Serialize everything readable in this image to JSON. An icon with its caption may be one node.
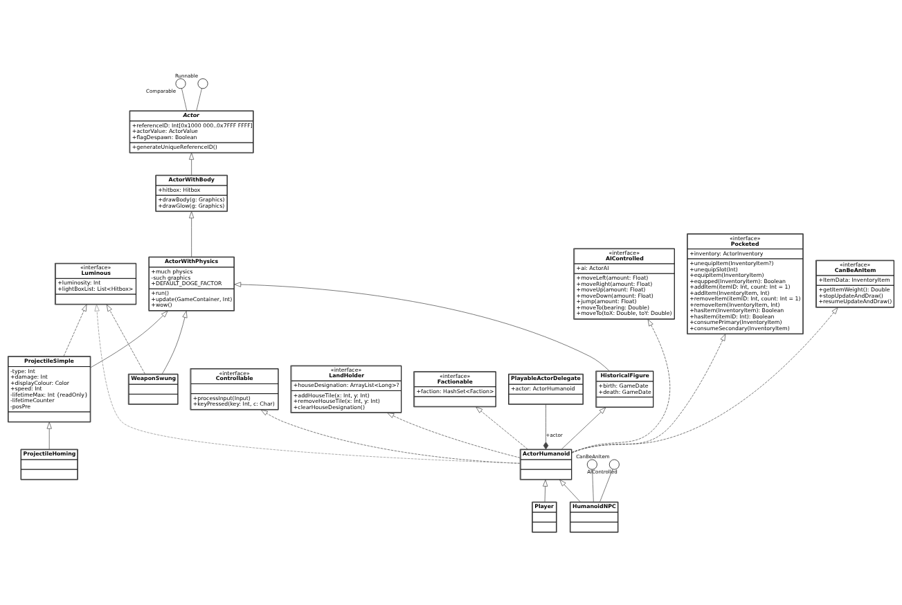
{
  "diagram": {
    "nodes": [
      {
        "text": [
          "Comparable"
        ]
      },
      {
        "text": [
          "Runnable"
        ]
      },
      {
        "text": [
          "Actor",
          "+referenceID: Int[0x1000 000..0x7FFF FFFF]",
          "+actorValue: ActorValue",
          "+flagDespawn: Boolean",
          "+generateUniqueReferenceID()"
        ]
      },
      {
        "text": [
          "ActorWithBody",
          "+hitbox: Hitbox",
          "+drawBody(g: Graphics)",
          "+drawGlow(g: Graphics)"
        ]
      },
      {
        "text": [
          "ActorWithPhysics",
          "+much physics",
          "-such graphics",
          "+DEFAULT_DOGE_FACTOR",
          "+run()",
          "+update(GameContainer, Int)",
          "+wow()"
        ]
      },
      {
        "text": [
          "ProjectileHoming"
        ]
      },
      {
        "text": [
          "ProjectileSimple",
          "-type: Int",
          "+damage: Int",
          "+displayColour: Color",
          "+speed: Int",
          "-lifetimeMax: Int {readOnly}",
          "-lifetimeCounter",
          "-posPre"
        ]
      },
      {
        "text": [
          "«interface»",
          "AIControlled",
          "+ai: ActorAI",
          "+moveLeft(amount: Float)",
          "+moveRight(amount: Float)",
          "+moveUp(amount: Float)",
          "+moveDown(amount: Float)",
          "+jump(amount: Float)",
          "+moveTo(bearing: Double)",
          "+moveTo(toX: Double, toY: Double)"
        ]
      },
      {
        "text": [
          "«interface»",
          "Pocketed",
          "+inventory: ActorInventory",
          "+unequipItem(InventoryItem?)",
          "+unequipSlot(Int)",
          "+equipItem(InventoryItem)",
          "+equpped(InventoryItem): Boolean",
          "+addItem(itemID: Int, count: Int = 1)",
          "+addItem(InventoryItem, Int)",
          "+removeItem(itemID: Int, count: Int = 1)",
          "+removeItem(InventoryItem, Int)",
          "+hasItem(InventoryItem): Boolean",
          "+hasItem(itemID: Int): Boolean",
          "+consumePrimary(InventoryItem)",
          "+consumeSecondary(InventoryItem)"
        ]
      },
      {
        "text": [
          "«interface»",
          "CanBeAnItem",
          "+ItemData: InventoryItem",
          "+getItemWeight(): Double",
          "+stopUpdateAndDraw()",
          "+resumeUpdateAndDraw()"
        ]
      },
      {
        "text": [
          "«interface»",
          "Controllable",
          "+processInput(Input)",
          "+keyPressed(key: Int, c: Char)"
        ]
      },
      {
        "text": [
          "«interface»",
          "LandHolder",
          "+houseDesignation: ArrayList<Long>?",
          "+addHouseTile(x: Int, y: Int)",
          "+removeHouseTile(x: Int, y: Int)",
          "+clearHouseDesignation()"
        ]
      },
      {
        "text": [
          "«interface»",
          "Factionable",
          "+faction: HashSet<Faction>"
        ]
      },
      {
        "text": [
          "WeaponSwung"
        ]
      },
      {
        "text": [
          "«interface»",
          "Luminous",
          "+luminosity: Int",
          "+lightBoxList: List<Hitbox>"
        ]
      },
      {
        "text": [
          "HistoricalFigure",
          "+birth: GameDate",
          "+death: GameDate"
        ]
      },
      {
        "text": [
          "ActorHumanoid"
        ]
      },
      {
        "text": [
          "PlayableActorDelegate",
          "+actor: ActorHumanoid"
        ]
      },
      {
        "text": [
          "Player"
        ]
      },
      {
        "text": [
          "HumanoidNPC"
        ]
      },
      {
        "text": [
          "AIControlled"
        ]
      },
      {
        "text": [
          "CanBeAnItem"
        ]
      }
    ],
    "edges": [
      {
        "from": 2,
        "to": 0,
        "arrow": "none"
      },
      {
        "from": 2,
        "to": 1,
        "arrow": "none"
      },
      {
        "from": 3,
        "to": 2,
        "arrow": "to"
      },
      {
        "from": 4,
        "to": 3,
        "arrow": "to"
      },
      {
        "from": 5,
        "to": 6,
        "arrow": "to"
      },
      {
        "from": 6,
        "to": 4,
        "arrow": "to"
      },
      {
        "from": 6,
        "to": 14,
        "arrow": "to",
        "style": "dashed"
      },
      {
        "from": 13,
        "to": 4,
        "arrow": "to"
      },
      {
        "from": 13,
        "to": 14,
        "arrow": "to",
        "style": "dashed"
      },
      {
        "from": 15,
        "to": 4,
        "arrow": "to"
      },
      {
        "from": 16,
        "to": 15,
        "arrow": "to"
      },
      {
        "from": 16,
        "to": 17,
        "arrow": "other",
        "label": "+actor"
      },
      {
        "from": 16,
        "to": 14,
        "arrow": "to",
        "style": "dashed",
        "color": "#888888"
      },
      {
        "from": 16,
        "to": 10,
        "arrow": "to",
        "style": "dashed"
      },
      {
        "from": 16,
        "to": 7,
        "arrow": "to",
        "style": "dashed"
      },
      {
        "from": 16,
        "to": 11,
        "arrow": "to",
        "style": "dashed"
      },
      {
        "from": 16,
        "to": 8,
        "arrow": "to",
        "style": "dashed"
      },
      {
        "from": 16,
        "to": 12,
        "arrow": "to",
        "style": "dashed"
      },
      {
        "from": 16,
        "to": 9,
        "arrow": "to",
        "style": "dashed"
      },
      {
        "from": 18,
        "to": 16,
        "arrow": "to"
      },
      {
        "from": 19,
        "to": 16,
        "arrow": "to"
      },
      {
        "from": 19,
        "to": 20,
        "arrow": "none"
      },
      {
        "from": 19,
        "to": 21,
        "arrow": "none"
      }
    ]
  }
}
